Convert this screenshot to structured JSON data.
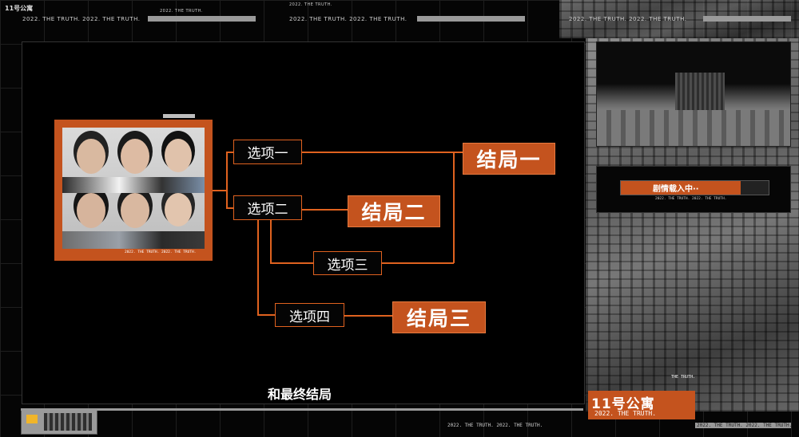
{
  "header": {
    "logo": "11号公寓",
    "caption_top_left": "2022.  THE TRUTH.  2022.  THE TRUTH.",
    "caption_mid_small_1": "2022.  THE TRUTH.",
    "caption_mid_small_2": "2022.  THE TRUTH.",
    "caption_top_center": "2022.  THE TRUTH.  2022.  THE TRUTH.",
    "caption_top_right": "2022.  THE TRUTH.  2022.  THE TRUTH."
  },
  "photo": {
    "caption": "2022.  THE TRUTH.  2022.  THE TRUTH."
  },
  "flowchart": {
    "options": [
      "选项一",
      "选项二",
      "选项三",
      "选项四"
    ],
    "endings": [
      "结局一",
      "结局二",
      "结局三"
    ]
  },
  "subtitle": "和最终结局",
  "preview": {
    "loading_label": "剧情载入中··",
    "loading_caption": "2022.  THE TRUTH.  2022.  THE TRUTH."
  },
  "side_caption": "THE TRUTH.",
  "footer": {
    "logo": "11号公寓",
    "caption": "2022.  THE TRUTH.",
    "bottom_strip_1": "2022.  THE TRUTH.  2022.  THE TRUTH.",
    "bottom_strip_2": "2022.  THE TRUTH.  2022.  THE TRUTH."
  },
  "colors": {
    "accent": "#e0621f",
    "ending_fill": "#c4531e",
    "background": "#050505"
  }
}
